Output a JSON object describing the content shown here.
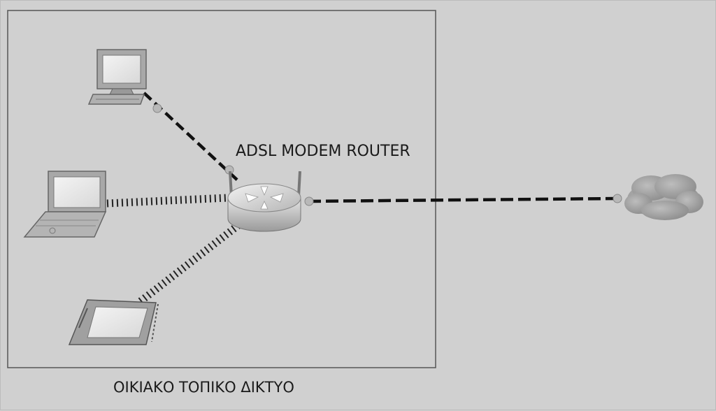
{
  "diagram": {
    "router_label": "ADSL MODEM ROUTER",
    "network_label": "ΟΙΚΙΑΚΟ ΤΟΠΙΚΟ ΔΙΚΤΥΟ"
  },
  "nodes": [
    {
      "id": "desktop-pc",
      "icon": "desktop-computer-icon"
    },
    {
      "id": "laptop",
      "icon": "laptop-icon"
    },
    {
      "id": "tablet",
      "icon": "tablet-icon"
    },
    {
      "id": "router",
      "icon": "wireless-router-icon"
    },
    {
      "id": "internet",
      "icon": "cloud-icon"
    }
  ],
  "links": [
    {
      "from": "desktop-pc",
      "to": "router",
      "type": "wired"
    },
    {
      "from": "laptop",
      "to": "router",
      "type": "wireless"
    },
    {
      "from": "tablet",
      "to": "router",
      "type": "wireless"
    },
    {
      "from": "router",
      "to": "internet",
      "type": "wired"
    }
  ],
  "colors": {
    "background": "#d0d0d0",
    "line": "#111111",
    "device_gray": "#a8a8a8"
  }
}
